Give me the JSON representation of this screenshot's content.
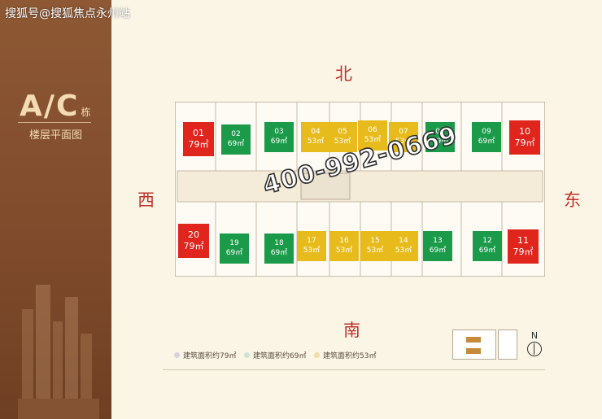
{
  "watermark": "搜狐号@搜狐焦点永州站",
  "title": {
    "main": "A/C",
    "suffix": "栋",
    "sub": "楼层平面图"
  },
  "directions": {
    "north": "北",
    "south": "南",
    "west": "西",
    "east": "东"
  },
  "phone": "400-992-0669",
  "colors": {
    "red": "#e0251c",
    "green": "#1b9b4a",
    "yellow": "#e8bb1d",
    "brown": "#7e4a2b",
    "accent_text": "#c0322a"
  },
  "units": [
    {
      "id": "01",
      "area": "79㎡",
      "color": "red"
    },
    {
      "id": "02",
      "area": "69㎡",
      "color": "green"
    },
    {
      "id": "03",
      "area": "69㎡",
      "color": "green"
    },
    {
      "id": "04",
      "area": "53㎡",
      "color": "yellow"
    },
    {
      "id": "05",
      "area": "53㎡",
      "color": "yellow"
    },
    {
      "id": "06",
      "area": "53㎡",
      "color": "yellow"
    },
    {
      "id": "07",
      "area": "53㎡",
      "color": "yellow"
    },
    {
      "id": "08",
      "area": "69㎡",
      "color": "green"
    },
    {
      "id": "09",
      "area": "69㎡",
      "color": "green"
    },
    {
      "id": "10",
      "area": "79㎡",
      "color": "red"
    },
    {
      "id": "11",
      "area": "79㎡",
      "color": "red"
    },
    {
      "id": "12",
      "area": "69㎡",
      "color": "green"
    },
    {
      "id": "13",
      "area": "69㎡",
      "color": "green"
    },
    {
      "id": "14",
      "area": "53㎡",
      "color": "yellow"
    },
    {
      "id": "15",
      "area": "53㎡",
      "color": "yellow"
    },
    {
      "id": "16",
      "area": "53㎡",
      "color": "yellow"
    },
    {
      "id": "17",
      "area": "53㎡",
      "color": "yellow"
    },
    {
      "id": "18",
      "area": "69㎡",
      "color": "green"
    },
    {
      "id": "19",
      "area": "69㎡",
      "color": "green"
    },
    {
      "id": "20",
      "area": "79㎡",
      "color": "red"
    }
  ],
  "legend": [
    {
      "label": "建筑面积约79㎡",
      "color": "#d7d2de"
    },
    {
      "label": "建筑面积约69㎡",
      "color": "#cfe3d6"
    },
    {
      "label": "建筑面积约53㎡",
      "color": "#f0dfa6"
    }
  ],
  "north_label": "N"
}
